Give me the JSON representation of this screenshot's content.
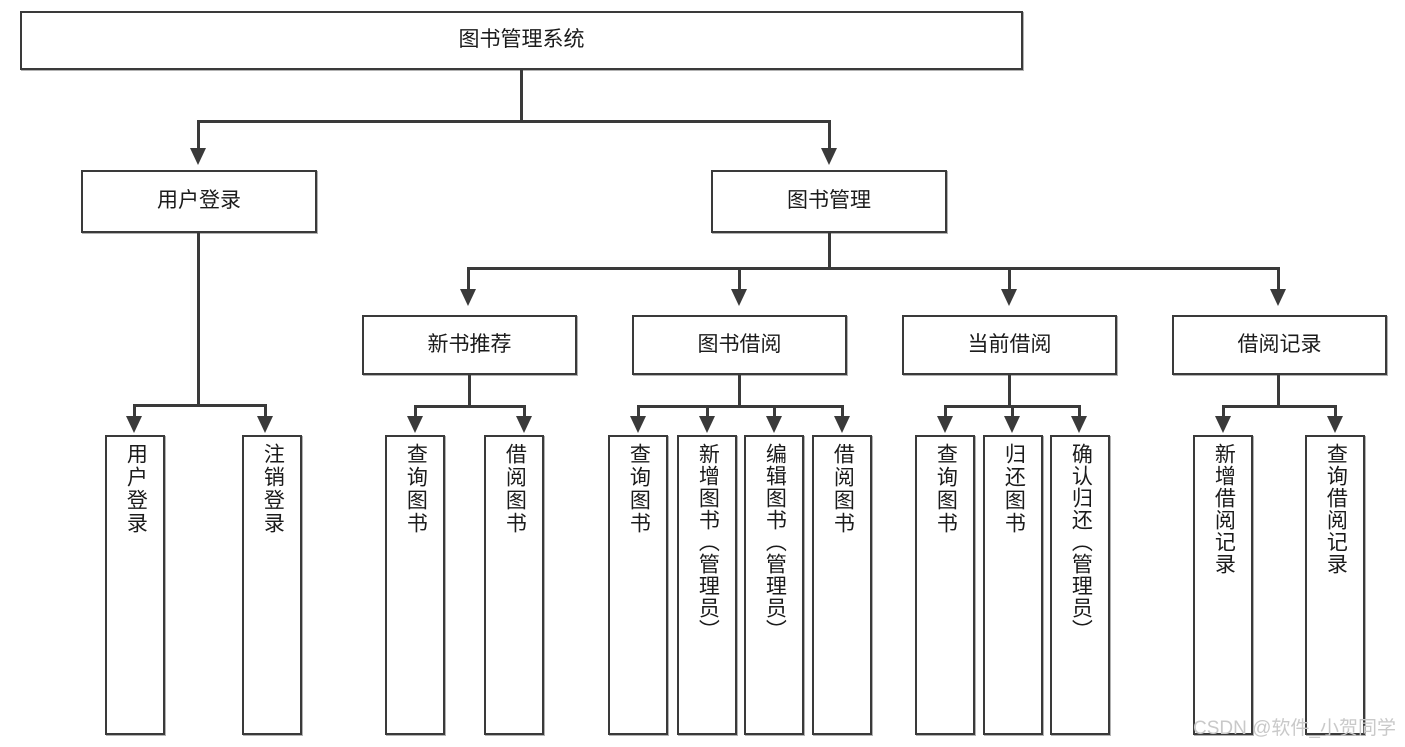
{
  "diagram": {
    "title": "图书管理系统",
    "type": "tree-hierarchy",
    "root": {
      "label": "图书管理系统"
    },
    "level1": [
      {
        "label": "用户登录"
      },
      {
        "label": "图书管理"
      }
    ],
    "level2": [
      {
        "label": "新书推荐"
      },
      {
        "label": "图书借阅"
      },
      {
        "label": "当前借阅"
      },
      {
        "label": "借阅记录"
      }
    ],
    "leaves": {
      "user_login": [
        {
          "label": "用户登录"
        },
        {
          "label": "注销登录"
        }
      ],
      "new_book_recommend": [
        {
          "label": "查询图书"
        },
        {
          "label": "借阅图书"
        }
      ],
      "book_borrow": [
        {
          "label": "查询图书"
        },
        {
          "label": "新增图书（管理员）"
        },
        {
          "label": "编辑图书（管理员）"
        },
        {
          "label": "借阅图书"
        }
      ],
      "current_borrow": [
        {
          "label": "查询图书"
        },
        {
          "label": "归还图书"
        },
        {
          "label": "确认归还（管理员）"
        }
      ],
      "borrow_record": [
        {
          "label": "新增借阅记录"
        },
        {
          "label": "查询借阅记录"
        }
      ]
    }
  },
  "watermark": {
    "text": "CSDN @软件_小贺同学"
  },
  "colors": {
    "stroke": "#3a3a3a",
    "fill": "#ffffff",
    "text": "#1b1b1b",
    "watermark": "#c9c9c9"
  }
}
